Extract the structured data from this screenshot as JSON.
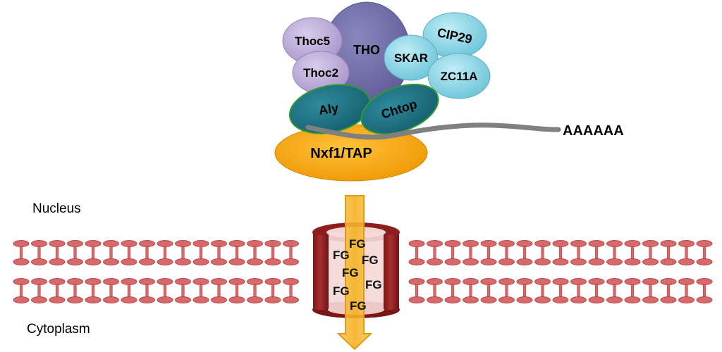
{
  "proteins": {
    "tho": "THO",
    "thoc5": "Thoc5",
    "thoc2": "Thoc2",
    "cip29": "CIP29",
    "skar": "SKAR",
    "zc11a": "ZC11A",
    "aly": "Aly",
    "chtop": "Chtop",
    "nxf1": "Nxf1/TAP"
  },
  "mrna": {
    "polya_tail": "AAAAAA"
  },
  "regions": {
    "nucleus": "Nucleus",
    "cytoplasm": "Cytoplasm"
  },
  "pore": {
    "fg_labels": [
      "FG",
      "FG",
      "FG",
      "FG",
      "FG",
      "FG",
      "FG"
    ]
  },
  "colors": {
    "tho": "#6e6aa4",
    "thoc": "#b9a8d6",
    "cip_group": "#8fd6e6",
    "adaptor": "#1d6f80",
    "adaptor_outline": "#2f9a2f",
    "nxf1": "#f5a000",
    "rna": "#808080",
    "membrane": "#d9686a",
    "pore": "#8e1e1e",
    "pore_light": "#f3d6d4",
    "arrow": "#f2b41a"
  }
}
